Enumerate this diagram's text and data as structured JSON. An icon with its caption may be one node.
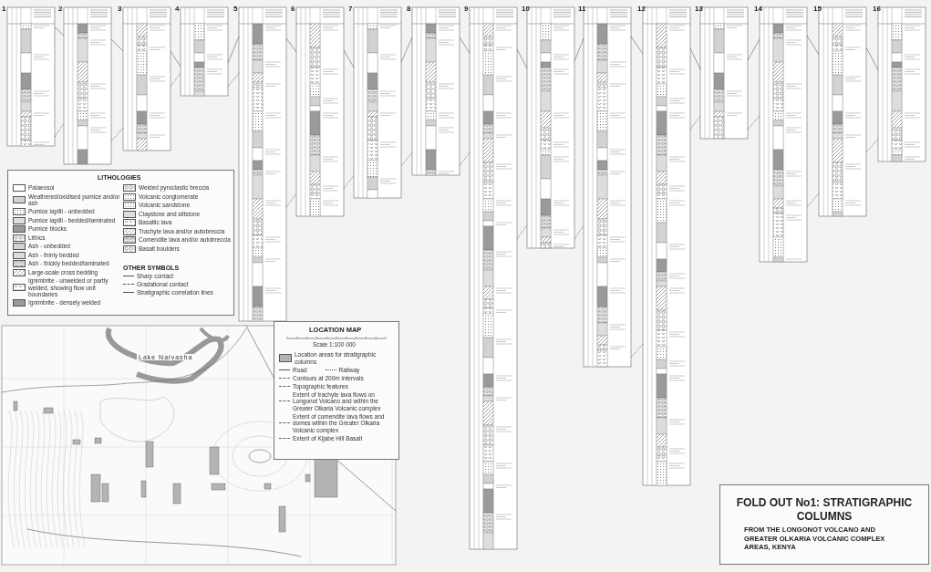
{
  "diagram": {
    "title": "FOLD OUT No1: STRATIGRAPHIC COLUMNS",
    "caption": "FROM THE LONGONOT VOLCANO AND GREATER OLKARIA VOLCANIC COMPLEX AREAS, KENYA",
    "labels": [
      "1",
      "2",
      "3",
      "4",
      "5",
      "6",
      "7",
      "8",
      "9",
      "10",
      "11",
      "12",
      "13",
      "14",
      "15",
      "16",
      "LITHOLOGIES",
      "OTHER SYMBOLS",
      "LOCATION MAP",
      "Scale 1:100 000",
      "Lake Naivasha"
    ],
    "legend": [
      {
        "text": "Palaeosol"
      },
      {
        "text": "Weathered/oxidised pumice and/or ash"
      },
      {
        "text": "Pumice lapilli - unbedded"
      },
      {
        "text": "Pumice lapilli - bedded/laminated"
      },
      {
        "text": "Pumice blocks"
      },
      {
        "text": "Lithics"
      },
      {
        "text": "Ash - unbedded"
      },
      {
        "text": "Ash - thinly bedded"
      },
      {
        "text": "Ash - thickly bedded/laminated"
      },
      {
        "text": "Large-scale cross bedding"
      },
      {
        "text": "Ignimbrite - unwelded or partly welded, showing flow unit boundaries"
      },
      {
        "text": "Ignimbrite - densely welded"
      },
      {
        "text": "Welded pyroclastic breccia"
      },
      {
        "text": "Volcanic conglomerate"
      },
      {
        "text": "Volcanic sandstone"
      },
      {
        "text": "Claystone and siltstone"
      },
      {
        "text": "Basaltic lava"
      },
      {
        "text": "Trachyte lava and/or autobreccia"
      },
      {
        "text": "Comendite lava and/or autobreccia"
      },
      {
        "text": "Basalt boulders"
      },
      {
        "text": "Sharp contact"
      },
      {
        "text": "Gradational contact"
      },
      {
        "text": "Stratigraphic correlation lines"
      },
      {
        "text": "Location areas for stratigraphic columns",
        "color": "#b4b4b4"
      },
      {
        "text": "Road"
      },
      {
        "text": "Railway"
      },
      {
        "text": "Contours at 200m intervals"
      },
      {
        "text": "Topographic features"
      },
      {
        "text": "Extent of trachyte lava flows on Longonot Volcano and within the Greater Olkaria Volcanic complex"
      },
      {
        "text": "Extent of comendite lava flows and domes within the Greater Olkaria Volcanic complex"
      },
      {
        "text": "Extent of Kijabe Hill Basalt"
      }
    ]
  }
}
